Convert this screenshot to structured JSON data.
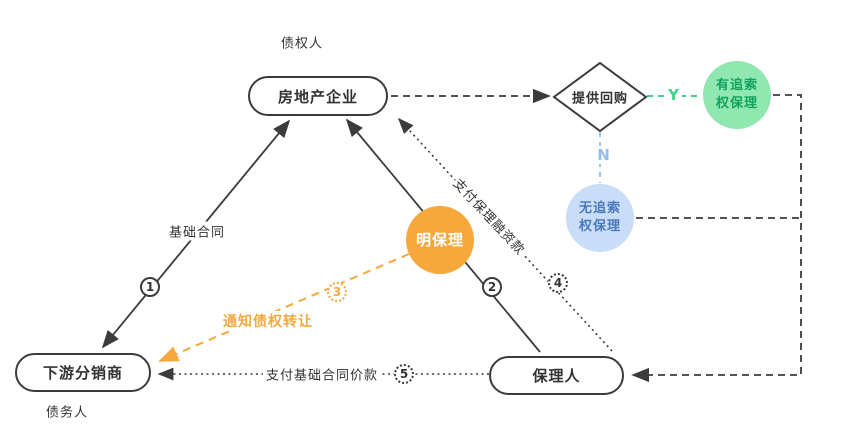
{
  "diagram": {
    "nodes": {
      "real_estate": {
        "label": "房地产企业",
        "role_label": "债权人"
      },
      "distributor": {
        "label": "下游分销商",
        "role_label": "债务人"
      },
      "factor": {
        "label": "保理人"
      },
      "decision": {
        "label": "提供回购"
      },
      "recourse": {
        "label": "有追索权保理"
      },
      "non_recourse": {
        "label": "无追索权保理"
      },
      "disclosed": {
        "label": "明保理"
      }
    },
    "edge_labels": {
      "base_contract": "基础合同",
      "notify_transfer": "通知债权转让",
      "pay_financing": "支付保理融资款",
      "pay_base_price": "支付基础合同价款",
      "yes": "Y",
      "no": "N"
    },
    "steps": {
      "s1": "1",
      "s2": "2",
      "s3": "3",
      "s4": "4",
      "s5": "5"
    },
    "colors": {
      "line": "#3b3b3b",
      "orange": "#f7a83c",
      "green_circle_fill": "#90e8b0",
      "green_circle_text": "#12a35f",
      "blue_circle_fill": "#c9ddf8",
      "blue_circle_text": "#4a7ab8",
      "yes_green": "#3fd18c",
      "no_blue": "#8fbdf0"
    }
  }
}
